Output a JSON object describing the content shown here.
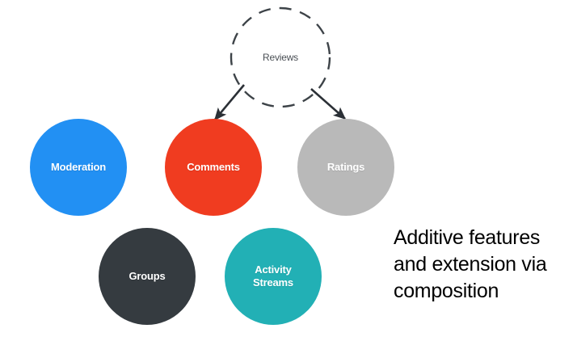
{
  "diagram": {
    "title": "Additive features and extension via composition",
    "root": {
      "label": "Reviews",
      "style": "dashed-outline",
      "text_color": "#4a4f55",
      "border_color": "#3d4348"
    },
    "nodes": [
      {
        "id": "moderation",
        "label": "Moderation",
        "color": "#2290f3",
        "text_color": "#ffffff"
      },
      {
        "id": "comments",
        "label": "Comments",
        "color": "#f03c20",
        "text_color": "#ffffff"
      },
      {
        "id": "ratings",
        "label": "Ratings",
        "color": "#b9b9b9",
        "text_color": "#ffffff"
      },
      {
        "id": "groups",
        "label": "Groups",
        "color": "#353b40",
        "text_color": "#ffffff"
      },
      {
        "id": "activity_streams",
        "label": "Activity\nStreams",
        "color": "#22b0b5",
        "text_color": "#ffffff"
      }
    ],
    "arrows": [
      {
        "from": "reviews",
        "to": "comments",
        "color": "#2b3036"
      },
      {
        "from": "reviews",
        "to": "ratings",
        "color": "#2b3036"
      }
    ]
  },
  "caption": {
    "line1": "Additive features",
    "line2": "and extension via",
    "line3": "composition",
    "full": "Additive features and extension via composition"
  },
  "colors": {
    "background": "#ffffff",
    "arrow": "#2b3036",
    "dashed_border": "#3d4348"
  }
}
